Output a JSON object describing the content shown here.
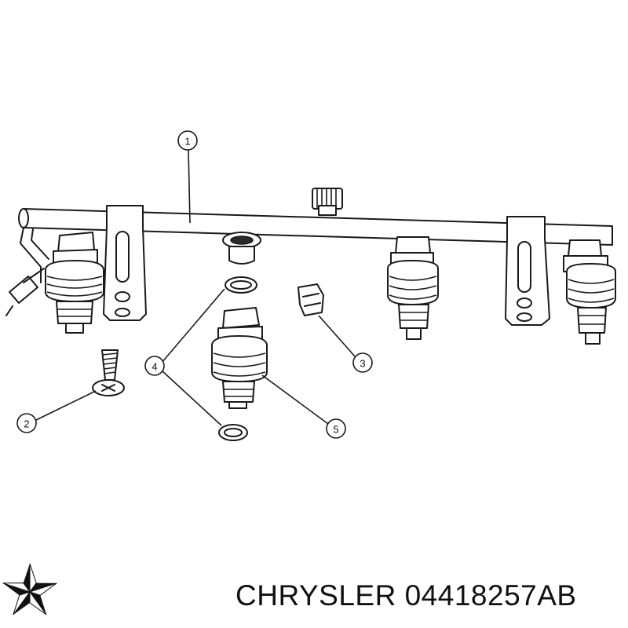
{
  "callouts": [
    "1",
    "2",
    "3",
    "4",
    "5"
  ],
  "brand": {
    "name": "CHRYSLER",
    "part_number": "04418257AB",
    "logo_icon": "pentastar-icon",
    "logo_color": "#111111"
  }
}
